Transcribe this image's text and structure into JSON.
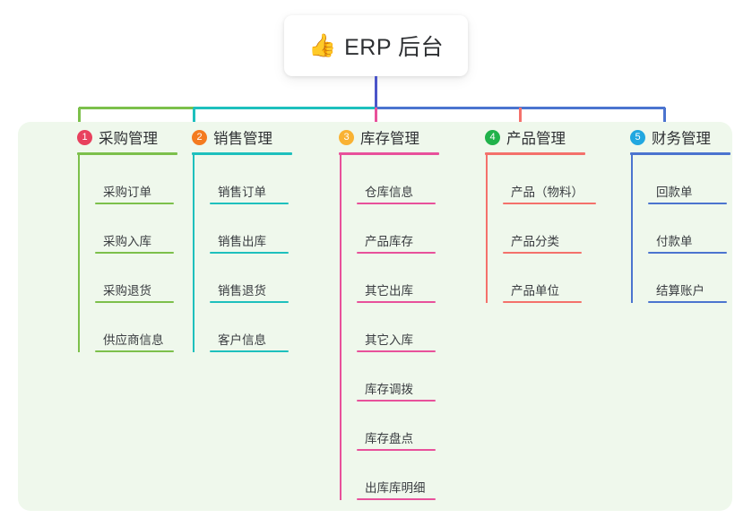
{
  "root": {
    "icon": "thumbs-up-icon",
    "emoji": "👍",
    "title": "ERP 后台"
  },
  "panel": {
    "background_color": "#eff8ec"
  },
  "columns": [
    {
      "number": "1",
      "title": "采购管理",
      "color": "#7cc04b",
      "badge_color": "#e8415e",
      "items": [
        "采购订单",
        "采购入库",
        "采购退货",
        "供应商信息"
      ]
    },
    {
      "number": "2",
      "title": "销售管理",
      "color": "#1ec0bd",
      "badge_color": "#f47b20",
      "items": [
        "销售订单",
        "销售出库",
        "销售退货",
        "客户信息"
      ]
    },
    {
      "number": "3",
      "title": "库存管理",
      "color": "#e8519b",
      "badge_color": "#f9b233",
      "items": [
        "仓库信息",
        "产品库存",
        "其它出库",
        "其它入库",
        "库存调拨",
        "库存盘点",
        "出库库明细"
      ]
    },
    {
      "number": "4",
      "title": "产品管理",
      "color": "#f4716b",
      "badge_color": "#21b24b",
      "items": [
        "产品（物料）",
        "产品分类",
        "产品单位"
      ]
    },
    {
      "number": "5",
      "title": "财务管理",
      "color": "#4b74cf",
      "badge_color": "#21a7e0",
      "items": [
        "回款单",
        "付款单",
        "结算账户"
      ]
    }
  ],
  "connectors": {
    "trunk_color": "#4b55c9",
    "segment_left_color": "#7cc04b",
    "segment_mid_color": "#1ec0bd",
    "segment_right_color": "#4b74cf"
  }
}
